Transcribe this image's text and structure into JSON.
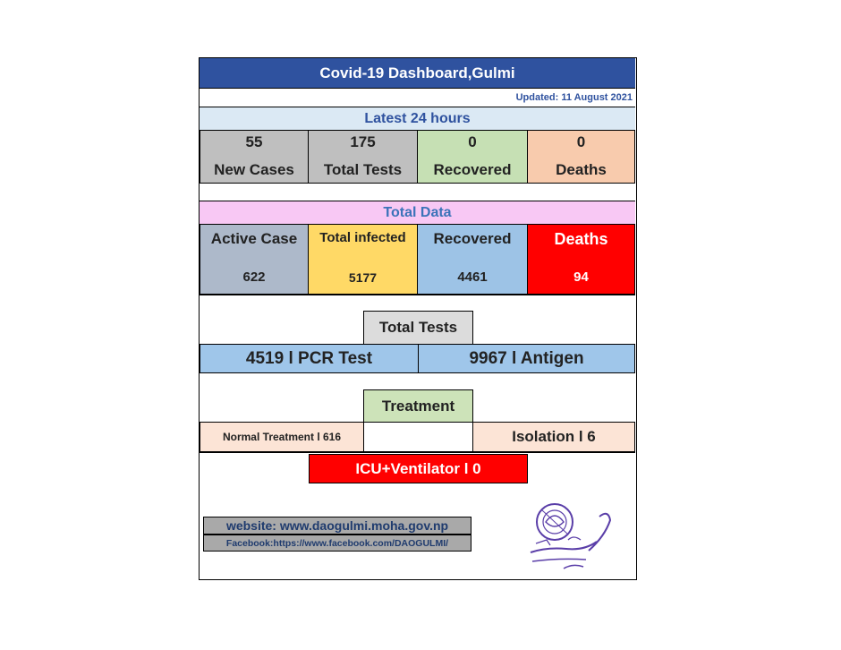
{
  "header": {
    "title": "Covid-19 Dashboard,Gulmi",
    "updated": "Updated: 11 August 2021"
  },
  "latest": {
    "label": "Latest 24 hours",
    "stats": [
      {
        "value": "55",
        "label": "New Cases",
        "color": "#bfbfbf"
      },
      {
        "value": "175",
        "label": "Total Tests",
        "color": "#bfbfbf"
      },
      {
        "value": "0",
        "label": "Recovered",
        "color": "#c6e0b4"
      },
      {
        "value": "0",
        "label": "Deaths",
        "color": "#f8cbad"
      }
    ]
  },
  "total": {
    "label": "Total Data",
    "stats": [
      {
        "label": "Active Case",
        "value": "622",
        "color": "#adb9ca"
      },
      {
        "label": "Total infected",
        "value": "5177",
        "color": "#ffd966"
      },
      {
        "label": "Recovered",
        "value": "4461",
        "color": "#9dc3e6"
      },
      {
        "label": "Deaths",
        "value": "94",
        "color": "#ff0000"
      }
    ]
  },
  "tests": {
    "heading": "Total Tests",
    "pcr": "4519 l PCR Test",
    "antigen": "9967 l Antigen"
  },
  "treatment": {
    "heading": "Treatment",
    "normal": "Normal Treatment  l 616",
    "isolation": "Isolation  l 6",
    "icu": "ICU+Ventilator   l   0"
  },
  "footer": {
    "website": "website: www.daogulmi.moha.gov.np",
    "facebook": "Facebook:https://www.facebook.com/DAOGULMI/"
  },
  "stamp": {
    "icon": "district-office-seal-icon",
    "color": "#5a3ea8"
  }
}
